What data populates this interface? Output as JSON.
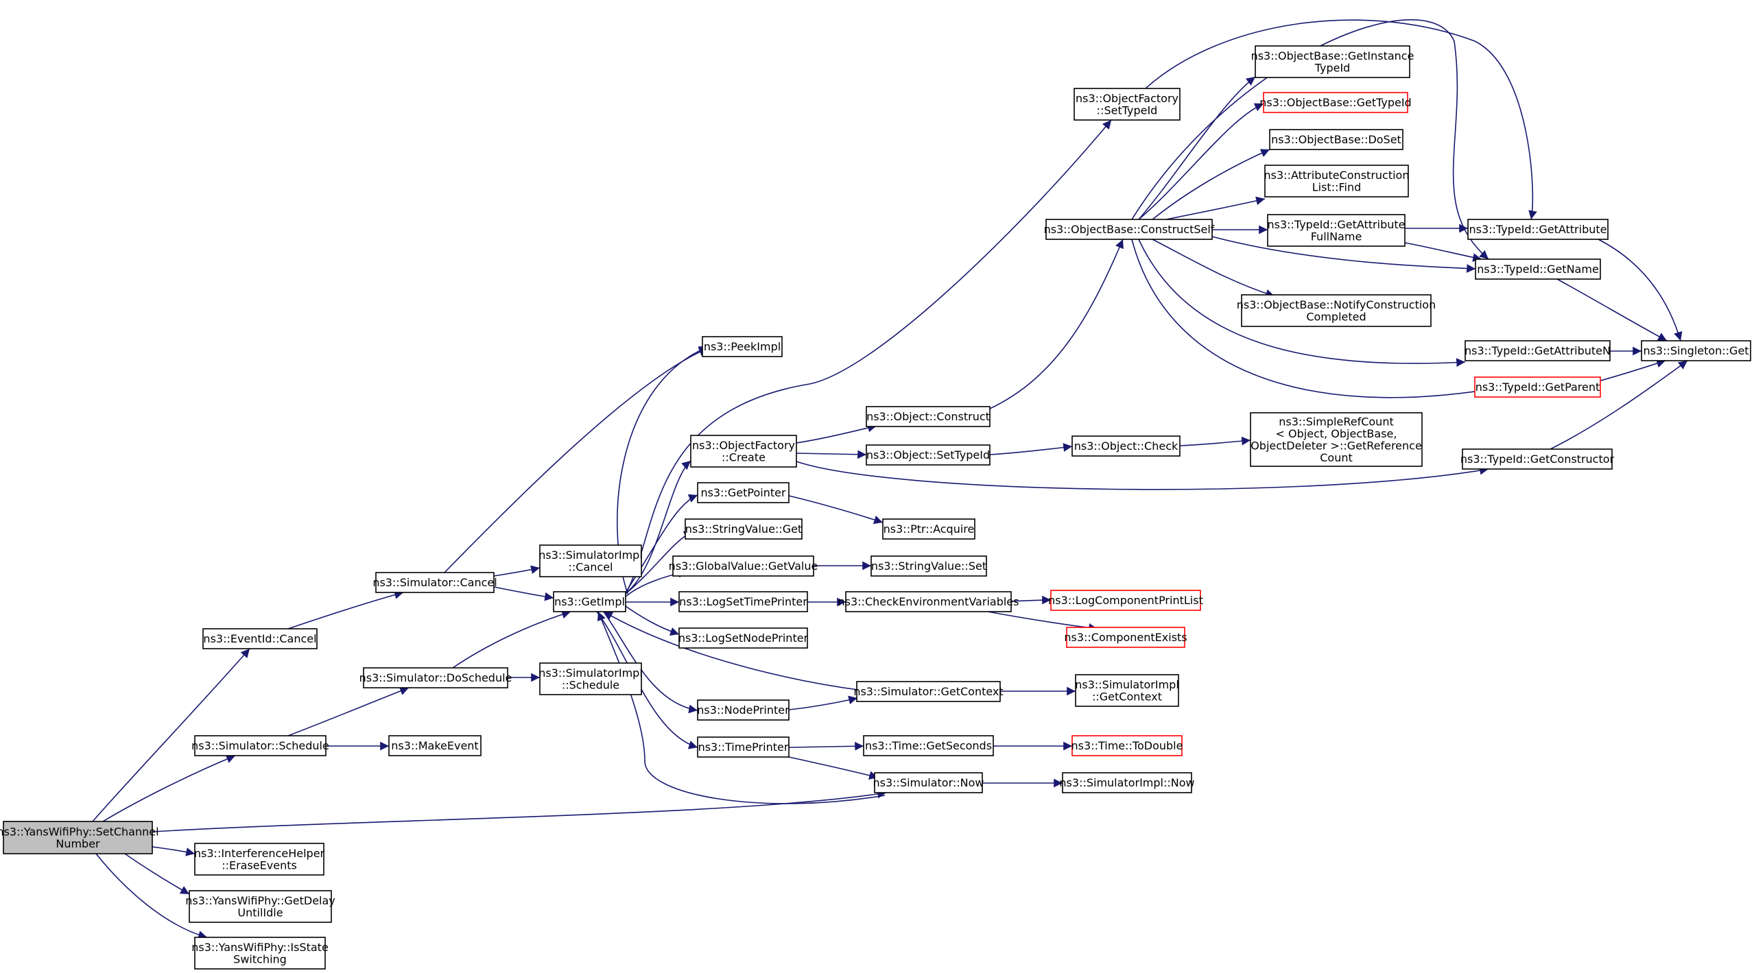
{
  "colors": {
    "edge": "#191970",
    "node_border": "#000000",
    "missing_border": "#ff0000",
    "root_fill": "#bfbfbf",
    "background": "#ffffff"
  },
  "nodes": [
    {
      "id": "root",
      "lines": [
        "ns3::YansWifiPhy::SetChannel",
        "Number"
      ],
      "root": true
    },
    {
      "id": "eventid_cancel",
      "lines": [
        "ns3::EventId::Cancel"
      ]
    },
    {
      "id": "sim_schedule",
      "lines": [
        "ns3::Simulator::Schedule"
      ]
    },
    {
      "id": "erase_events",
      "lines": [
        "ns3::InterferenceHelper",
        "::EraseEvents"
      ]
    },
    {
      "id": "get_delay",
      "lines": [
        "ns3::YansWifiPhy::GetDelay",
        "UntilIdle"
      ]
    },
    {
      "id": "is_switching",
      "lines": [
        "ns3::YansWifiPhy::IsState",
        "Switching"
      ]
    },
    {
      "id": "sim_cancel",
      "lines": [
        "ns3::Simulator::Cancel"
      ]
    },
    {
      "id": "sim_doschedule",
      "lines": [
        "ns3::Simulator::DoSchedule"
      ]
    },
    {
      "id": "make_event",
      "lines": [
        "ns3::MakeEvent"
      ]
    },
    {
      "id": "simimpl_cancel",
      "lines": [
        "ns3::SimulatorImpl",
        "::Cancel"
      ]
    },
    {
      "id": "simimpl_schedule",
      "lines": [
        "ns3::SimulatorImpl",
        "::Schedule"
      ]
    },
    {
      "id": "getimpl",
      "lines": [
        "ns3::GetImpl"
      ]
    },
    {
      "id": "peekimpl",
      "lines": [
        "ns3::PeekImpl"
      ]
    },
    {
      "id": "of_create",
      "lines": [
        "ns3::ObjectFactory",
        "::Create"
      ]
    },
    {
      "id": "getpointer",
      "lines": [
        "ns3::GetPointer"
      ]
    },
    {
      "id": "sv_get",
      "lines": [
        "ns3::StringValue::Get"
      ]
    },
    {
      "id": "gv_getvalue",
      "lines": [
        "ns3::GlobalValue::GetValue"
      ]
    },
    {
      "id": "logsettime",
      "lines": [
        "ns3::LogSetTimePrinter"
      ]
    },
    {
      "id": "logsetnode",
      "lines": [
        "ns3::LogSetNodePrinter"
      ]
    },
    {
      "id": "nodeprinter",
      "lines": [
        "ns3::NodePrinter"
      ]
    },
    {
      "id": "timeprinter",
      "lines": [
        "ns3::TimePrinter"
      ]
    },
    {
      "id": "obj_construct",
      "lines": [
        "ns3::Object::Construct"
      ]
    },
    {
      "id": "obj_settypeid",
      "lines": [
        "ns3::Object::SetTypeId"
      ]
    },
    {
      "id": "ptr_acquire",
      "lines": [
        "ns3::Ptr::Acquire"
      ]
    },
    {
      "id": "sv_set",
      "lines": [
        "ns3::StringValue::Set"
      ]
    },
    {
      "id": "checkenv",
      "lines": [
        "ns3::CheckEnvironmentVariables"
      ]
    },
    {
      "id": "sim_getcontext",
      "lines": [
        "ns3::Simulator::GetContext"
      ]
    },
    {
      "id": "time_getseconds",
      "lines": [
        "ns3::Time::GetSeconds"
      ]
    },
    {
      "id": "sim_now",
      "lines": [
        "ns3::Simulator::Now"
      ]
    },
    {
      "id": "of_settypeid",
      "lines": [
        "ns3::ObjectFactory",
        "::SetTypeId"
      ]
    },
    {
      "id": "ob_constructself",
      "lines": [
        "ns3::ObjectBase::ConstructSelf"
      ]
    },
    {
      "id": "obj_check",
      "lines": [
        "ns3::Object::Check"
      ]
    },
    {
      "id": "logcompprint",
      "lines": [
        "ns3::LogComponentPrintList"
      ],
      "missing": true
    },
    {
      "id": "compexists",
      "lines": [
        "ns3::ComponentExists"
      ],
      "missing": true
    },
    {
      "id": "simimpl_getcontext",
      "lines": [
        "ns3::SimulatorImpl",
        "::GetContext"
      ]
    },
    {
      "id": "time_todouble",
      "lines": [
        "ns3::Time::ToDouble"
      ],
      "missing": true
    },
    {
      "id": "simimpl_now",
      "lines": [
        "ns3::SimulatorImpl::Now"
      ]
    },
    {
      "id": "ob_getinstance",
      "lines": [
        "ns3::ObjectBase::GetInstance",
        "TypeId"
      ]
    },
    {
      "id": "ob_gettypeid",
      "lines": [
        "ns3::ObjectBase::GetTypeId"
      ],
      "missing": true
    },
    {
      "id": "ob_doset",
      "lines": [
        "ns3::ObjectBase::DoSet"
      ]
    },
    {
      "id": "acl_find",
      "lines": [
        "ns3::AttributeConstruction",
        "List::Find"
      ]
    },
    {
      "id": "tid_getattrfull",
      "lines": [
        "ns3::TypeId::GetAttribute",
        "FullName"
      ]
    },
    {
      "id": "ob_notify",
      "lines": [
        "ns3::ObjectBase::NotifyConstruction",
        "Completed"
      ]
    },
    {
      "id": "simplerefcount",
      "lines": [
        "ns3::SimpleRefCount",
        "< Object, ObjectBase,",
        " ObjectDeleter >::GetReference",
        "Count"
      ]
    },
    {
      "id": "tid_getattribute",
      "lines": [
        "ns3::TypeId::GetAttribute"
      ]
    },
    {
      "id": "tid_getname",
      "lines": [
        "ns3::TypeId::GetName"
      ]
    },
    {
      "id": "tid_getattrn",
      "lines": [
        "ns3::TypeId::GetAttributeN"
      ]
    },
    {
      "id": "tid_getparent",
      "lines": [
        "ns3::TypeId::GetParent"
      ],
      "missing": true
    },
    {
      "id": "tid_getconstructor",
      "lines": [
        "ns3::TypeId::GetConstructor"
      ]
    },
    {
      "id": "singleton_get",
      "lines": [
        "ns3::Singleton::Get"
      ]
    }
  ]
}
